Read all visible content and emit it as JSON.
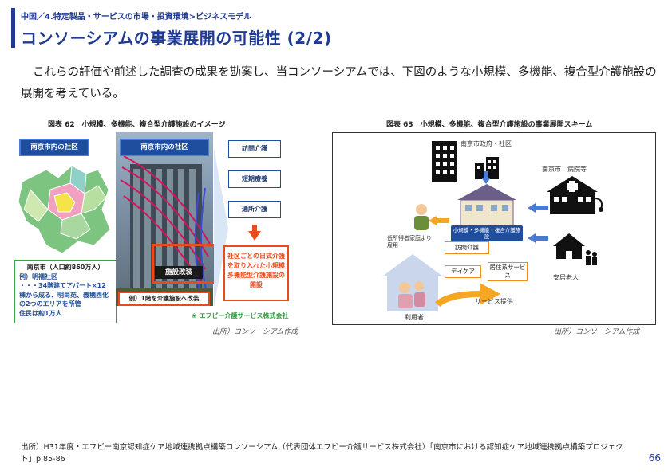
{
  "header": {
    "breadcrumb": "中国／4.特定製品・サービスの市場・投資環境>ビジネスモデル",
    "title": "コンソーシアムの事業展開の可能性 (2/2)"
  },
  "intro": "これらの評価や前述した調査の成果を勘案し、当コンソーシアムでは、下図のような小規模、多機能、複合型介護施設の展開を考えている。",
  "figure62": {
    "title": "図表 62　小規模、多機能、複合型介護施設のイメージ",
    "map_label": "南京市内の社区",
    "photo_label": "南京市内の社区",
    "info": {
      "line1": "南京市（人口約860万人）",
      "line2": "例）明襦社区",
      "line3": "・・・34階建てアパート×12棟から成る、明尚苑、義穂西化の2つのエリアを所管",
      "line4": "住民は約1万人"
    },
    "renovation_label": "施設改装",
    "floor_note": "例）1階を介護施設へ改装",
    "services": [
      "訪問介護",
      "短期療養",
      "通所介護"
    ],
    "result": "社区ごとの日式介護を取り入れた小規模多機能型介護施設の開設",
    "logo": "エフビー介護サービス株式会社",
    "caption": "出所）コンソーシアム作成"
  },
  "figure63": {
    "title": "図表 63　小規模、多機能、複合型介護施設の事業展開スキーム",
    "gov_label": "南京市政府・社区",
    "hospital_label": "南京市　病院等",
    "facility_label": "小規模・多機能・複合介護施設",
    "home_label_left": "低所得者家庭より",
    "home_label_left2": "雇用",
    "visit_care": "訪問介護",
    "day_care": "デイケア",
    "housing_service": "居住系サービス",
    "senior_label": "安居老人",
    "user_label": "利用者",
    "service_provide": "サービス提供",
    "caption": "出所）コンソーシアム作成"
  },
  "footer": {
    "source": "出所）H31年度・エフビー南京認知症ケア地域連携拠点構築コンソーシアム（代表団体エフビー介護サービス株式会社）「南京市における認知症ケア地域連携拠点構築プロジェクト」p.85-86",
    "page": "66"
  },
  "colors": {
    "accent": "#1f3a93",
    "orange": "#e94b1d",
    "green": "#3aa040"
  }
}
